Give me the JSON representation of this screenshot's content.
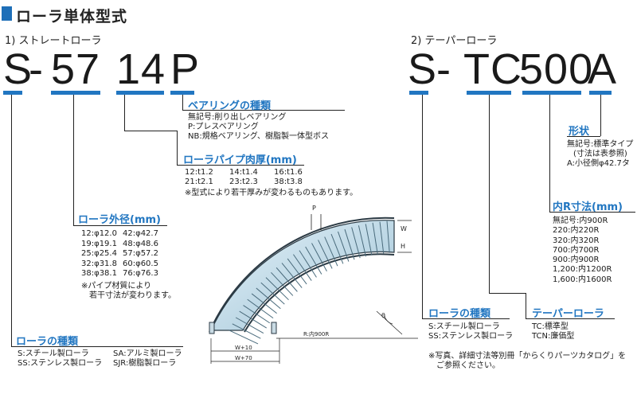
{
  "title": "ローラ単体型式",
  "straight": {
    "heading": "1) ストレートローラ",
    "code": [
      "S",
      "-",
      "57",
      "14",
      "P"
    ],
    "bearing": {
      "label": "ベアリングの種類",
      "lines": [
        "無記号:削り出しベアリング",
        "P:プレスベアリング",
        "NB:規格ベアリング、樹脂製一体型ボス"
      ]
    },
    "pipe": {
      "label": "ローラパイプ肉厚(mm)",
      "grid": [
        "12:t1.2",
        "14:t1.4",
        "16:t1.6",
        "21:t2.1",
        "23:t2.3",
        "38:t3.8"
      ],
      "note": "※型式により若干厚みが変わるものもあります。"
    },
    "diameter": {
      "label": "ローラ外径(mm)",
      "grid": [
        "12:φ12.0",
        "42:φ42.7",
        "19:φ19.1",
        "48:φ48.6",
        "25:φ25.4",
        "57:φ57.2",
        "32:φ31.8",
        "60:φ60.5",
        "38:φ38.1",
        "76:φ76.3"
      ],
      "note": [
        "※パイプ材質により",
        "若干寸法が変わります。"
      ]
    },
    "type": {
      "label": "ローラの種類",
      "grid": [
        "S:スチール製ローラ",
        "SA:アルミ製ローラ",
        "SS:ステンレス製ローラ",
        "SJR:樹脂製ローラ"
      ]
    }
  },
  "taper": {
    "heading": "2) テーパーローラ",
    "code": [
      "S",
      "-",
      "TC",
      "500",
      "A"
    ],
    "shape": {
      "label": "形状",
      "lines": [
        "無記号:標準タイプ",
        "(寸法は表参照)",
        "A:小径側φ42.7タ"
      ]
    },
    "inner_r": {
      "label": "内R寸法(mm)",
      "lines": [
        "無記号:内900R",
        "220:内220R",
        "320:内320R",
        "700:内700R",
        "900:内900R",
        "1,200:内1200R",
        "1,600:内1600R"
      ]
    },
    "taper_roller": {
      "label": "テーパーローラ",
      "lines": [
        "TC:標準型",
        "TCN:廉価型"
      ]
    },
    "type": {
      "label": "ローラの種類",
      "lines": [
        "S:スチール製ローラ",
        "SS:ステンレス製ローラ"
      ]
    },
    "note": [
      "※写真、詳細寸法等別冊「からくりパーツカタログ」を",
      "ご参照ください。"
    ]
  },
  "figure": {
    "labels": {
      "p": "P",
      "w": "W",
      "h": "H",
      "theta": "θ",
      "radius": "R:内900R",
      "w10": "W+10",
      "w70": "W+70"
    }
  }
}
